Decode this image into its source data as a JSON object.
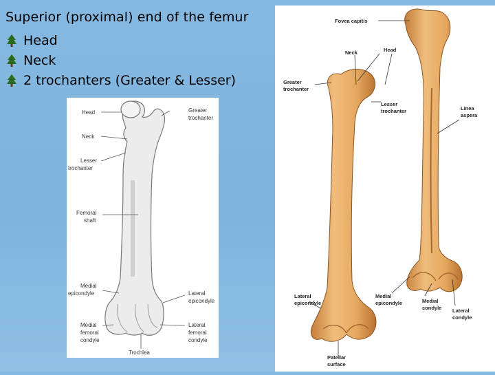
{
  "slide": {
    "title": "Superior (proximal) end of the femur",
    "bullets": [
      "Head",
      "Neck",
      "2 trochanters (Greater & Lesser)"
    ],
    "bullet_icon": "tree-icon",
    "bullet_color": "#2a6a1a",
    "background_color": "#84b8e0"
  },
  "left_figure": {
    "labels": {
      "head": "Head",
      "greater_trochanter_1": "Greater",
      "greater_trochanter_2": "trochanter",
      "neck": "Neck",
      "lesser_trochanter_1": "Lesser",
      "lesser_trochanter_2": "trochanter",
      "femoral_shaft_1": "Femoral",
      "femoral_shaft_2": "shaft",
      "medial_epicondyle_1": "Medial",
      "medial_epicondyle_2": "epicondyle",
      "lateral_epicondyle_1": "Lateral",
      "lateral_epicondyle_2": "epicondyle",
      "medial_condyle_1": "Medial",
      "medial_condyle_2": "femoral",
      "medial_condyle_3": "condyle",
      "lateral_condyle_1": "Lateral",
      "lateral_condyle_2": "femoral",
      "lateral_condyle_3": "condyle",
      "trochlea": "Trochlea"
    }
  },
  "right_figure": {
    "labels": {
      "fovea_capitis": "Fovea capitis",
      "neck": "Neck",
      "head": "Head",
      "greater_trochanter_1": "Greater",
      "greater_trochanter_2": "trochanter",
      "lesser_trochanter_1": "Lesser",
      "lesser_trochanter_2": "trochanter",
      "linea_aspera_1": "Linea",
      "linea_aspera_2": "aspera",
      "lateral_epicondyle_1": "Lateral",
      "lateral_epicondyle_2": "epicondyle",
      "medial_epicondyle_1": "Medial",
      "medial_epicondyle_2": "epicondyle",
      "medial_condyle_1": "Medial",
      "medial_condyle_2": "condyle",
      "lateral_condyle_1": "Lateral",
      "lateral_condyle_2": "condyle",
      "patellar_surface_1": "Patellar",
      "patellar_surface_2": "surface"
    },
    "bone_color": "#e2a461"
  }
}
